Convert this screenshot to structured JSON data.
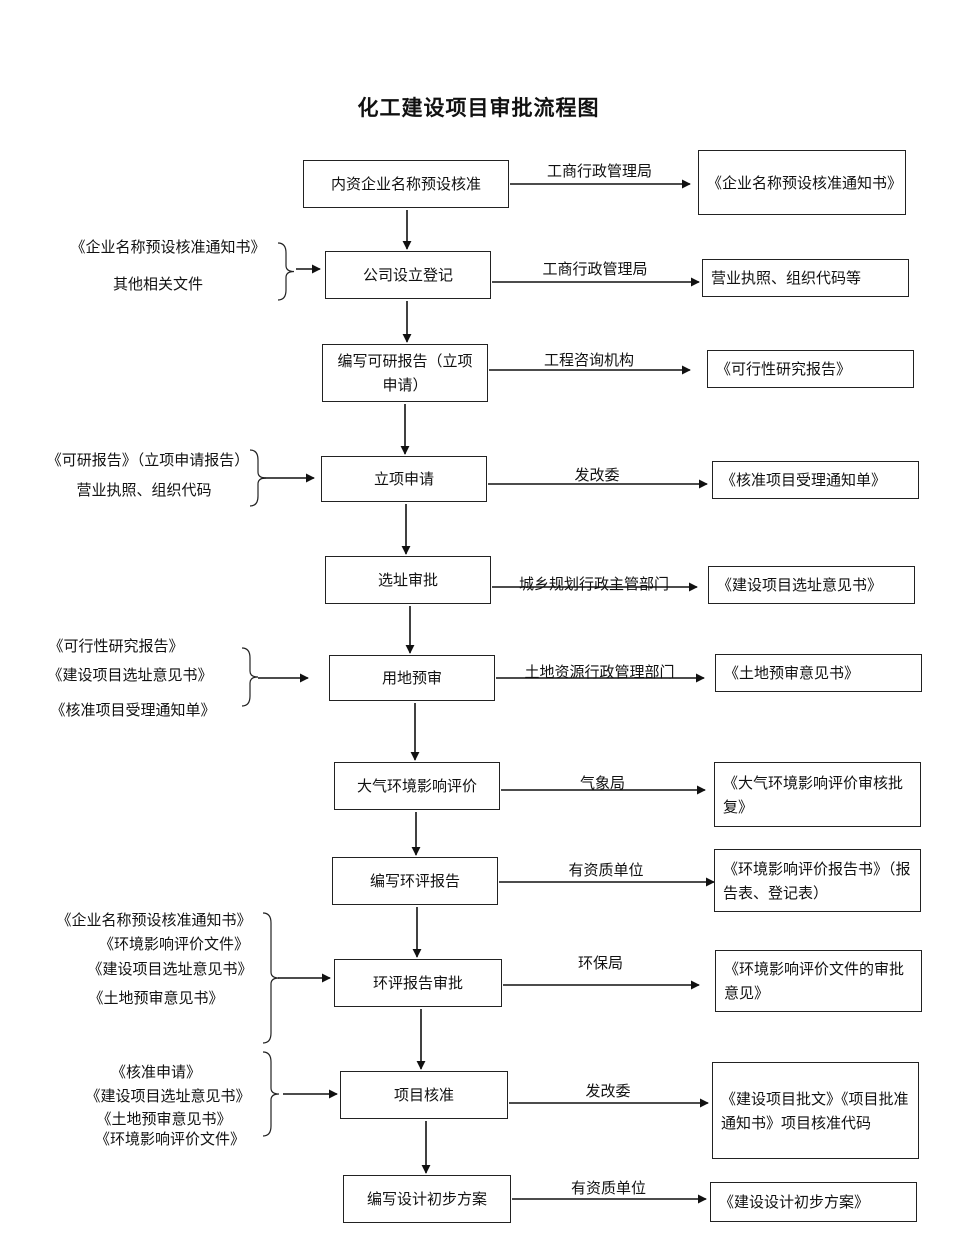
{
  "title": "化工建设项目审批流程图",
  "steps": [
    {
      "label": "内资企业名称预设核准",
      "authority": "工商行政管理局",
      "output": "《企业名称预设核准通知书》"
    },
    {
      "label": "公司设立登记",
      "authority": "工商行政管理局",
      "output": "营业执照、组织代码等"
    },
    {
      "label": "编写可研报告（立项申请）",
      "authority": "工程咨询机构",
      "output": "《可行性研究报告》"
    },
    {
      "label": "立项申请",
      "authority": "发改委",
      "output": "《核准项目受理通知单》"
    },
    {
      "label": "选址审批",
      "authority": "城乡规划行政主管部门",
      "output": "《建设项目选址意见书》"
    },
    {
      "label": "用地预审",
      "authority": "土地资源行政管理部门",
      "output": "《土地预审意见书》"
    },
    {
      "label": "大气环境影响评价",
      "authority": "气象局",
      "output": "《大气环境影响评价审核批复》"
    },
    {
      "label": "编写环评报告",
      "authority": "有资质单位",
      "output": "《环境影响评价报告书》（报告表、登记表）"
    },
    {
      "label": "环评报告审批",
      "authority": "环保局",
      "output": "《环境影响评价文件的审批意见》"
    },
    {
      "label": "项目核准",
      "authority": "发改委",
      "output": "《建设项目批文》《项目批准通知书》项目核准代码"
    },
    {
      "label": "编写设计初步方案",
      "authority": "有资质单位",
      "output": "《建设设计初步方案》"
    }
  ],
  "inputs": [
    {
      "target": "公司设立登记",
      "docs": [
        "《企业名称预设核准通知书》",
        "其他相关文件"
      ]
    },
    {
      "target": "立项申请",
      "docs": [
        "《可研报告》（立项申请报告）",
        "营业执照、组织代码"
      ]
    },
    {
      "target": "用地预审",
      "docs": [
        "《可行性研究报告》",
        "《建设项目选址意见书》",
        "《核准项目受理通知单》"
      ]
    },
    {
      "target": "环评报告审批",
      "docs": [
        "《企业名称预设核准通知书》",
        "《环境影响评价文件》",
        "《建设项目选址意见书》",
        "《土地预审意见书》"
      ]
    },
    {
      "target": "项目核准",
      "docs": [
        "《核准申请》",
        "《建设项目选址意见书》",
        "《土地预审意见书》",
        "《环境影响评价文件》"
      ]
    }
  ]
}
